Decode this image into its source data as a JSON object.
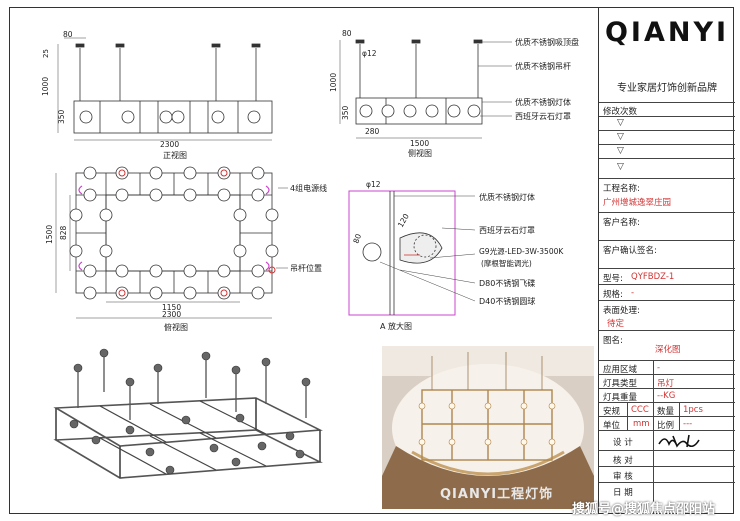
{
  "front_view": {
    "dim_top": "80",
    "dim_left1": "25",
    "dim_left2": "1000",
    "dim_left3": "350",
    "dim_width": "2300",
    "caption": "正视图"
  },
  "side_view": {
    "dim_top": "80",
    "dim_dia": "φ12",
    "dim_left1": "1000",
    "dim_left2": "350",
    "dim_280": "280",
    "dim_width": "1500",
    "caption": "侧视图",
    "labels": [
      "优质不锈钢吸顶盘",
      "优质不锈钢吊杆",
      "优质不锈钢灯体",
      "西班牙云石灯罩"
    ]
  },
  "plan_view": {
    "dim_1500": "1500",
    "dim_828": "828",
    "dim_1150": "1150",
    "dim_2300": "2300",
    "caption": "俯视图",
    "label_power": "4组电源线",
    "label_rod": "吊杆位置"
  },
  "detail_view": {
    "dim_dia": "φ12",
    "dim_120": "120",
    "dim_80": "80",
    "caption": "A 放大图",
    "labels": [
      "优质不锈钢灯体",
      "西班牙云石灯罩",
      "G9光源-LED-3W-3500K",
      "(摩根智能调光)",
      "D80不锈钢飞碟",
      "D40不锈钢圆球"
    ]
  },
  "title_block": {
    "brand": "QIANYI",
    "slogan": "专业家居灯饰创新品牌",
    "revisions_label": "修改次数",
    "project_label": "工程名称:",
    "project_value": "广州增城逸翠庄园",
    "client_sign_label": "客户名称:",
    "client_confirm_label": "客户确认签名:",
    "model_label": "型号:",
    "model_value": "QYFBDZ-1",
    "spec_label": "规格:",
    "spec_value": "-",
    "finish_label": "表面处理:",
    "finish_value": "待定",
    "drawing_label": "图名:",
    "drawing_value": "深化图",
    "area_label": "应用区域",
    "area_value": "-",
    "type_label": "灯具类型",
    "type_value": "吊灯",
    "weight_label": "灯具重量",
    "weight_value": "--KG",
    "safety_label": "安规",
    "safety_value": "CCC",
    "qty_label": "数量",
    "qty_value": "1pcs",
    "unit_label": "单位",
    "unit_value": "mm",
    "ratio_label": "比例",
    "ratio_value": "---",
    "design_label": "设 计",
    "check_label": "核 对",
    "review_label": "审 核",
    "date_label": "日 期"
  },
  "photo_caption": "QIANYI工程灯饰",
  "watermark": "搜狐号@搜狐焦点邵阳站",
  "colors": {
    "line": "#333333",
    "accent_red": "#d23333",
    "magenta": "#cc44cc"
  }
}
